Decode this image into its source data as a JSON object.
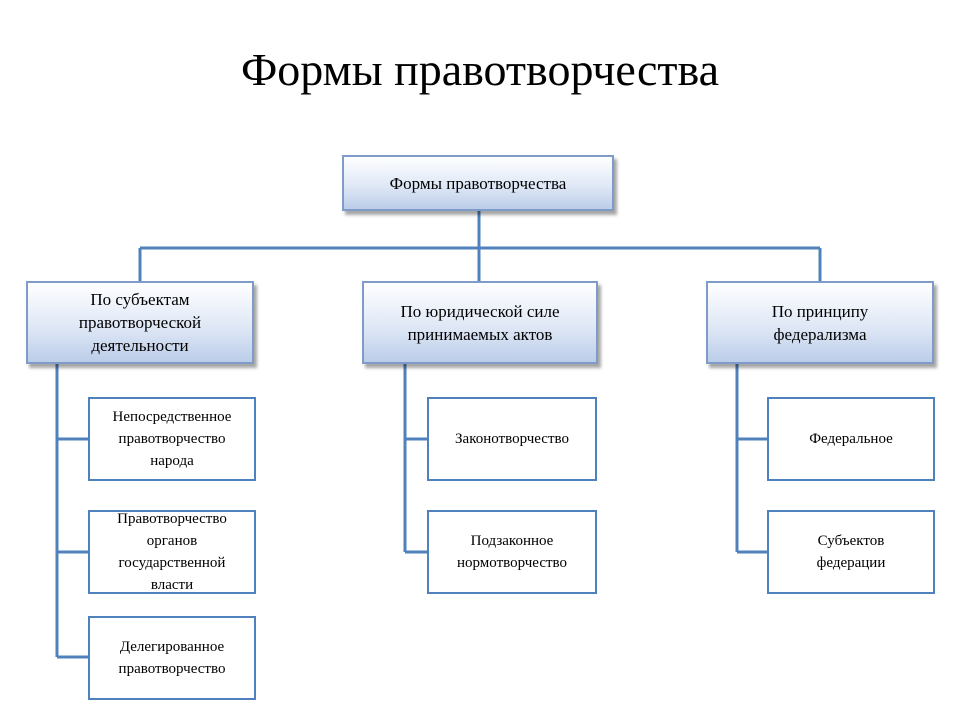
{
  "slide": {
    "title": "Формы правотворчества"
  },
  "diagram": {
    "root": {
      "label": "Формы правотворчества"
    },
    "branches": [
      {
        "label": "По субъектам\nправотворческой\nдеятельности",
        "children": [
          {
            "label": "Непосредственное\nправотворчество\nнарода"
          },
          {
            "label": "Правотворчество\nорганов\nгосударственной\nвласти"
          },
          {
            "label": "Делегированное\nправотворчество"
          }
        ]
      },
      {
        "label": "По юридической силе\nпринимаемых актов",
        "children": [
          {
            "label": "Законотворчество"
          },
          {
            "label": "Подзаконное\nнормотворчество"
          }
        ]
      },
      {
        "label": "По принципу\nфедерализма",
        "children": [
          {
            "label": "Федеральное"
          },
          {
            "label": "Субъектов\nфедерации"
          }
        ]
      }
    ],
    "colors": {
      "connector": "#4f81bd",
      "box_border": "#4f81bd",
      "head_fill_bottom": "#bccde9"
    }
  }
}
